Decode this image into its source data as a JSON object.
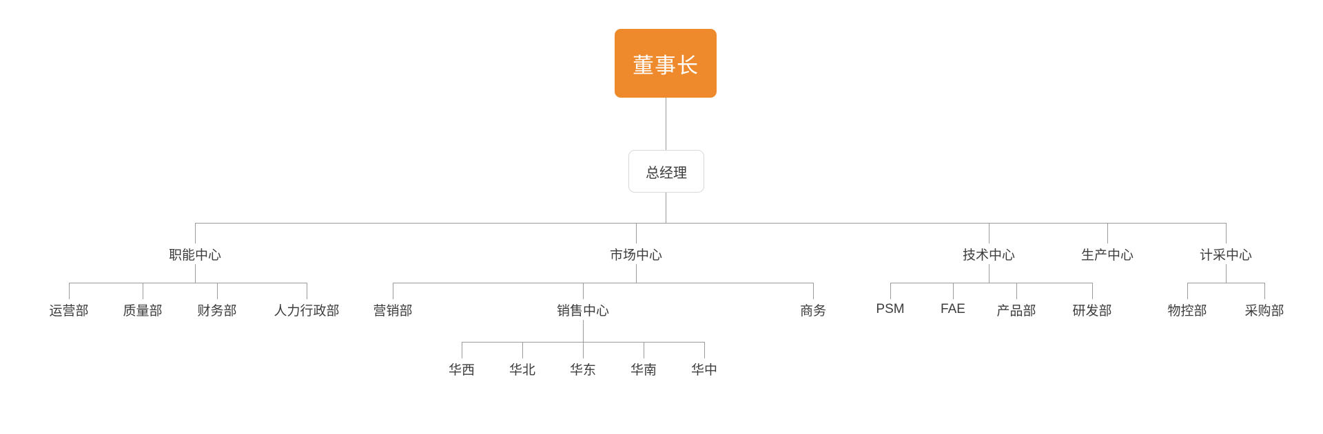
{
  "chart": {
    "type": "org-chart",
    "title": "",
    "accent_color": "#ef8a2c",
    "line_color": "#9a9a9a",
    "text_color": "#3c3c3c",
    "box_border_color": "#d8d8d8",
    "background": "#ffffff"
  },
  "nodes": {
    "chairman": {
      "label": "董事长",
      "level": 1,
      "style": "filled-orange"
    },
    "general_manager": {
      "label": "总经理",
      "level": 2,
      "style": "outlined-box"
    },
    "functional_center": {
      "label": "职能中心",
      "level": 3,
      "style": "plain-text"
    },
    "market_center": {
      "label": "市场中心",
      "level": 3,
      "style": "plain-text"
    },
    "technology_center": {
      "label": "技术中心",
      "level": 3,
      "style": "plain-text"
    },
    "production_center": {
      "label": "生产中心",
      "level": 3,
      "style": "plain-text"
    },
    "procurement_center": {
      "label": "计采中心",
      "level": 3,
      "style": "plain-text"
    },
    "operations_dept": {
      "label": "运营部",
      "level": 4,
      "style": "plain-text"
    },
    "quality_dept": {
      "label": "质量部",
      "level": 4,
      "style": "plain-text"
    },
    "finance_dept": {
      "label": "财务部",
      "level": 4,
      "style": "plain-text"
    },
    "hr_admin_dept": {
      "label": "人力行政部",
      "level": 4,
      "style": "plain-text"
    },
    "marketing_dept": {
      "label": "营销部",
      "level": 4,
      "style": "plain-text"
    },
    "sales_center": {
      "label": "销售中心",
      "level": 4,
      "style": "plain-text"
    },
    "business_dept": {
      "label": "商务",
      "level": 4,
      "style": "plain-text"
    },
    "psm": {
      "label": "PSM",
      "level": 4,
      "style": "plain-text"
    },
    "fae": {
      "label": "FAE",
      "level": 4,
      "style": "plain-text"
    },
    "product_dept": {
      "label": "产品部",
      "level": 4,
      "style": "plain-text"
    },
    "rnd_dept": {
      "label": "研发部",
      "level": 4,
      "style": "plain-text"
    },
    "material_control_dept": {
      "label": "物控部",
      "level": 4,
      "style": "plain-text"
    },
    "purchasing_dept": {
      "label": "采购部",
      "level": 4,
      "style": "plain-text"
    },
    "west_china": {
      "label": "华西",
      "level": 5,
      "style": "plain-text"
    },
    "north_china": {
      "label": "华北",
      "level": 5,
      "style": "plain-text"
    },
    "east_china": {
      "label": "华东",
      "level": 5,
      "style": "plain-text"
    },
    "south_china": {
      "label": "华南",
      "level": 5,
      "style": "plain-text"
    },
    "central_china": {
      "label": "华中",
      "level": 5,
      "style": "plain-text"
    }
  },
  "hierarchy": {
    "root": "chairman",
    "edges": [
      {
        "from": "chairman",
        "to": "general_manager"
      },
      {
        "from": "general_manager",
        "to": "functional_center"
      },
      {
        "from": "general_manager",
        "to": "market_center"
      },
      {
        "from": "general_manager",
        "to": "technology_center"
      },
      {
        "from": "general_manager",
        "to": "production_center"
      },
      {
        "from": "general_manager",
        "to": "procurement_center"
      },
      {
        "from": "functional_center",
        "to": "operations_dept"
      },
      {
        "from": "functional_center",
        "to": "quality_dept"
      },
      {
        "from": "functional_center",
        "to": "finance_dept"
      },
      {
        "from": "functional_center",
        "to": "hr_admin_dept"
      },
      {
        "from": "market_center",
        "to": "marketing_dept"
      },
      {
        "from": "market_center",
        "to": "sales_center"
      },
      {
        "from": "market_center",
        "to": "business_dept"
      },
      {
        "from": "technology_center",
        "to": "psm"
      },
      {
        "from": "technology_center",
        "to": "fae"
      },
      {
        "from": "technology_center",
        "to": "product_dept"
      },
      {
        "from": "technology_center",
        "to": "rnd_dept"
      },
      {
        "from": "procurement_center",
        "to": "material_control_dept"
      },
      {
        "from": "procurement_center",
        "to": "purchasing_dept"
      },
      {
        "from": "sales_center",
        "to": "west_china"
      },
      {
        "from": "sales_center",
        "to": "north_china"
      },
      {
        "from": "sales_center",
        "to": "east_china"
      },
      {
        "from": "sales_center",
        "to": "south_china"
      },
      {
        "from": "sales_center",
        "to": "central_china"
      }
    ]
  }
}
